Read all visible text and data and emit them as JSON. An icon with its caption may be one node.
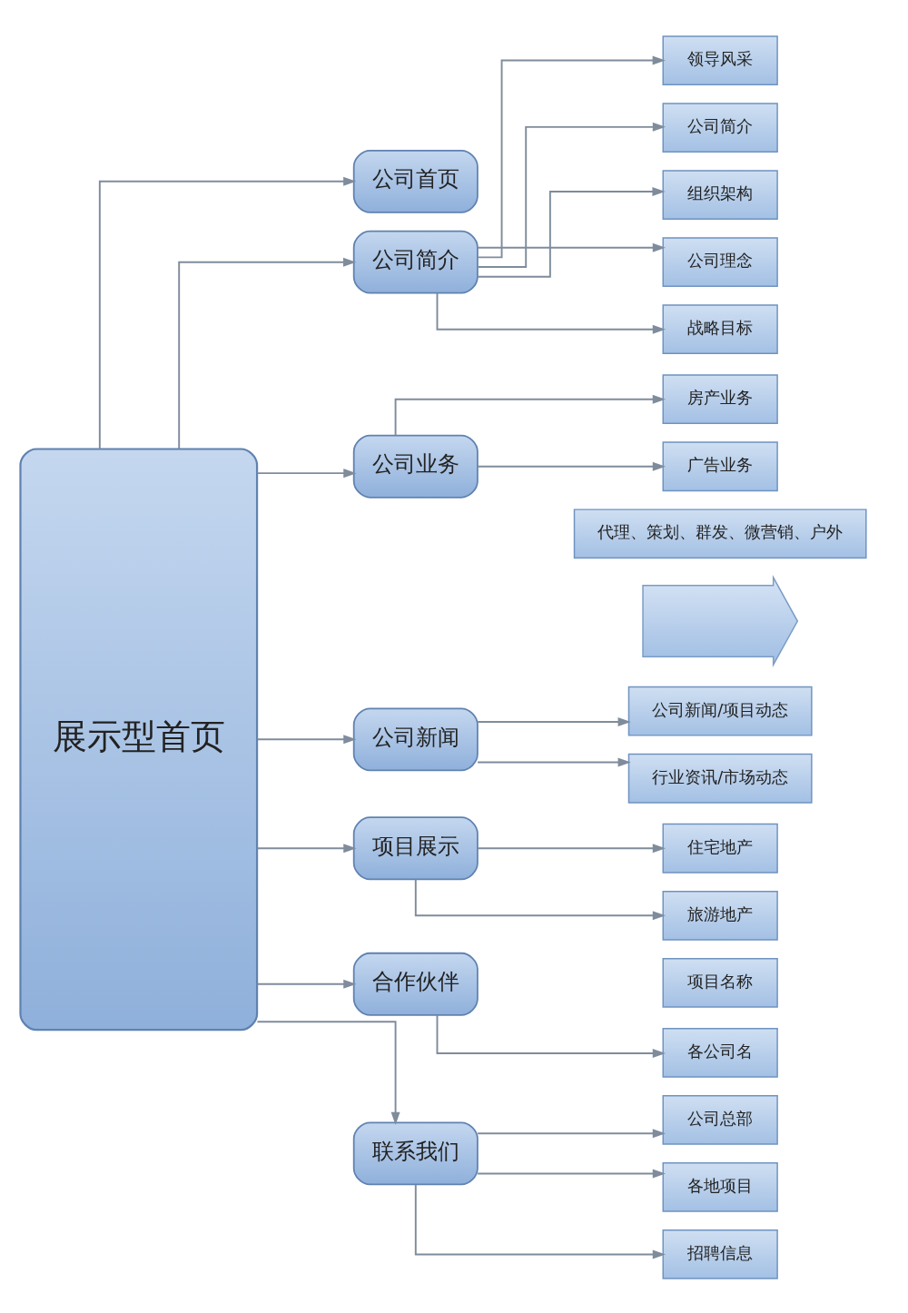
{
  "diagram": {
    "nodes": [
      {
        "text": [
          "展示型首页"
        ]
      },
      {
        "text": [
          "公司首页"
        ]
      },
      {
        "text": [
          "公司简介"
        ]
      },
      {
        "text": [
          "领导风采"
        ]
      },
      {
        "text": [
          "公司简介"
        ]
      },
      {
        "text": [
          "组织架构"
        ]
      },
      {
        "text": [
          "公司理念"
        ]
      },
      {
        "text": [
          "战略目标"
        ]
      },
      {
        "text": [
          "公司业务"
        ]
      },
      {
        "text": [
          "房产业务"
        ]
      },
      {
        "text": [
          "广告业务"
        ]
      },
      {
        "text": [
          "代理、策划、群发、微营销、户外"
        ]
      },
      {
        "text": [
          "公司新闻"
        ]
      },
      {
        "text": [
          "公司新闻/项目动态"
        ]
      },
      {
        "text": [
          "行业资讯/市场动态"
        ]
      },
      {
        "text": [
          "项目展示"
        ]
      },
      {
        "text": [
          "住宅地产"
        ]
      },
      {
        "text": [
          "旅游地产"
        ]
      },
      {
        "text": [
          "项目名称"
        ]
      },
      {
        "text": [
          "合作伙伴"
        ]
      },
      {
        "text": [
          "各公司名"
        ]
      },
      {
        "text": [
          "联系我们"
        ]
      },
      {
        "text": [
          "公司总部"
        ]
      },
      {
        "text": [
          "各地项目"
        ]
      },
      {
        "text": [
          "招聘信息"
        ]
      },
      {
        "text": [],
        "shape": "arrow"
      }
    ],
    "edges": [
      {
        "from": 0,
        "to": 1,
        "arrow": "to"
      },
      {
        "from": 0,
        "to": 2,
        "arrow": "to"
      },
      {
        "from": 0,
        "to": 8,
        "arrow": "to"
      },
      {
        "from": 0,
        "to": 12,
        "arrow": "to"
      },
      {
        "from": 0,
        "to": 15,
        "arrow": "to"
      },
      {
        "from": 0,
        "to": 19,
        "arrow": "to"
      },
      {
        "from": 0,
        "to": 21,
        "arrow": "to"
      },
      {
        "from": 2,
        "to": 3,
        "arrow": "to"
      },
      {
        "from": 2,
        "to": 4,
        "arrow": "to"
      },
      {
        "from": 2,
        "to": 5,
        "arrow": "to"
      },
      {
        "from": 2,
        "to": 6,
        "arrow": "to"
      },
      {
        "from": 2,
        "to": 7,
        "arrow": "to"
      },
      {
        "from": 8,
        "to": 9,
        "arrow": "to"
      },
      {
        "from": 8,
        "to": 10,
        "arrow": "to"
      },
      {
        "from": 12,
        "to": 13,
        "arrow": "to"
      },
      {
        "from": 12,
        "to": 14,
        "arrow": "to"
      },
      {
        "from": 15,
        "to": 16,
        "arrow": "to"
      },
      {
        "from": 15,
        "to": 17,
        "arrow": "to"
      },
      {
        "from": 19,
        "to": 20,
        "arrow": "to"
      },
      {
        "from": 21,
        "to": 22,
        "arrow": "to"
      },
      {
        "from": 21,
        "to": 23,
        "arrow": "to"
      },
      {
        "from": 21,
        "to": 24,
        "arrow": "to"
      }
    ]
  }
}
